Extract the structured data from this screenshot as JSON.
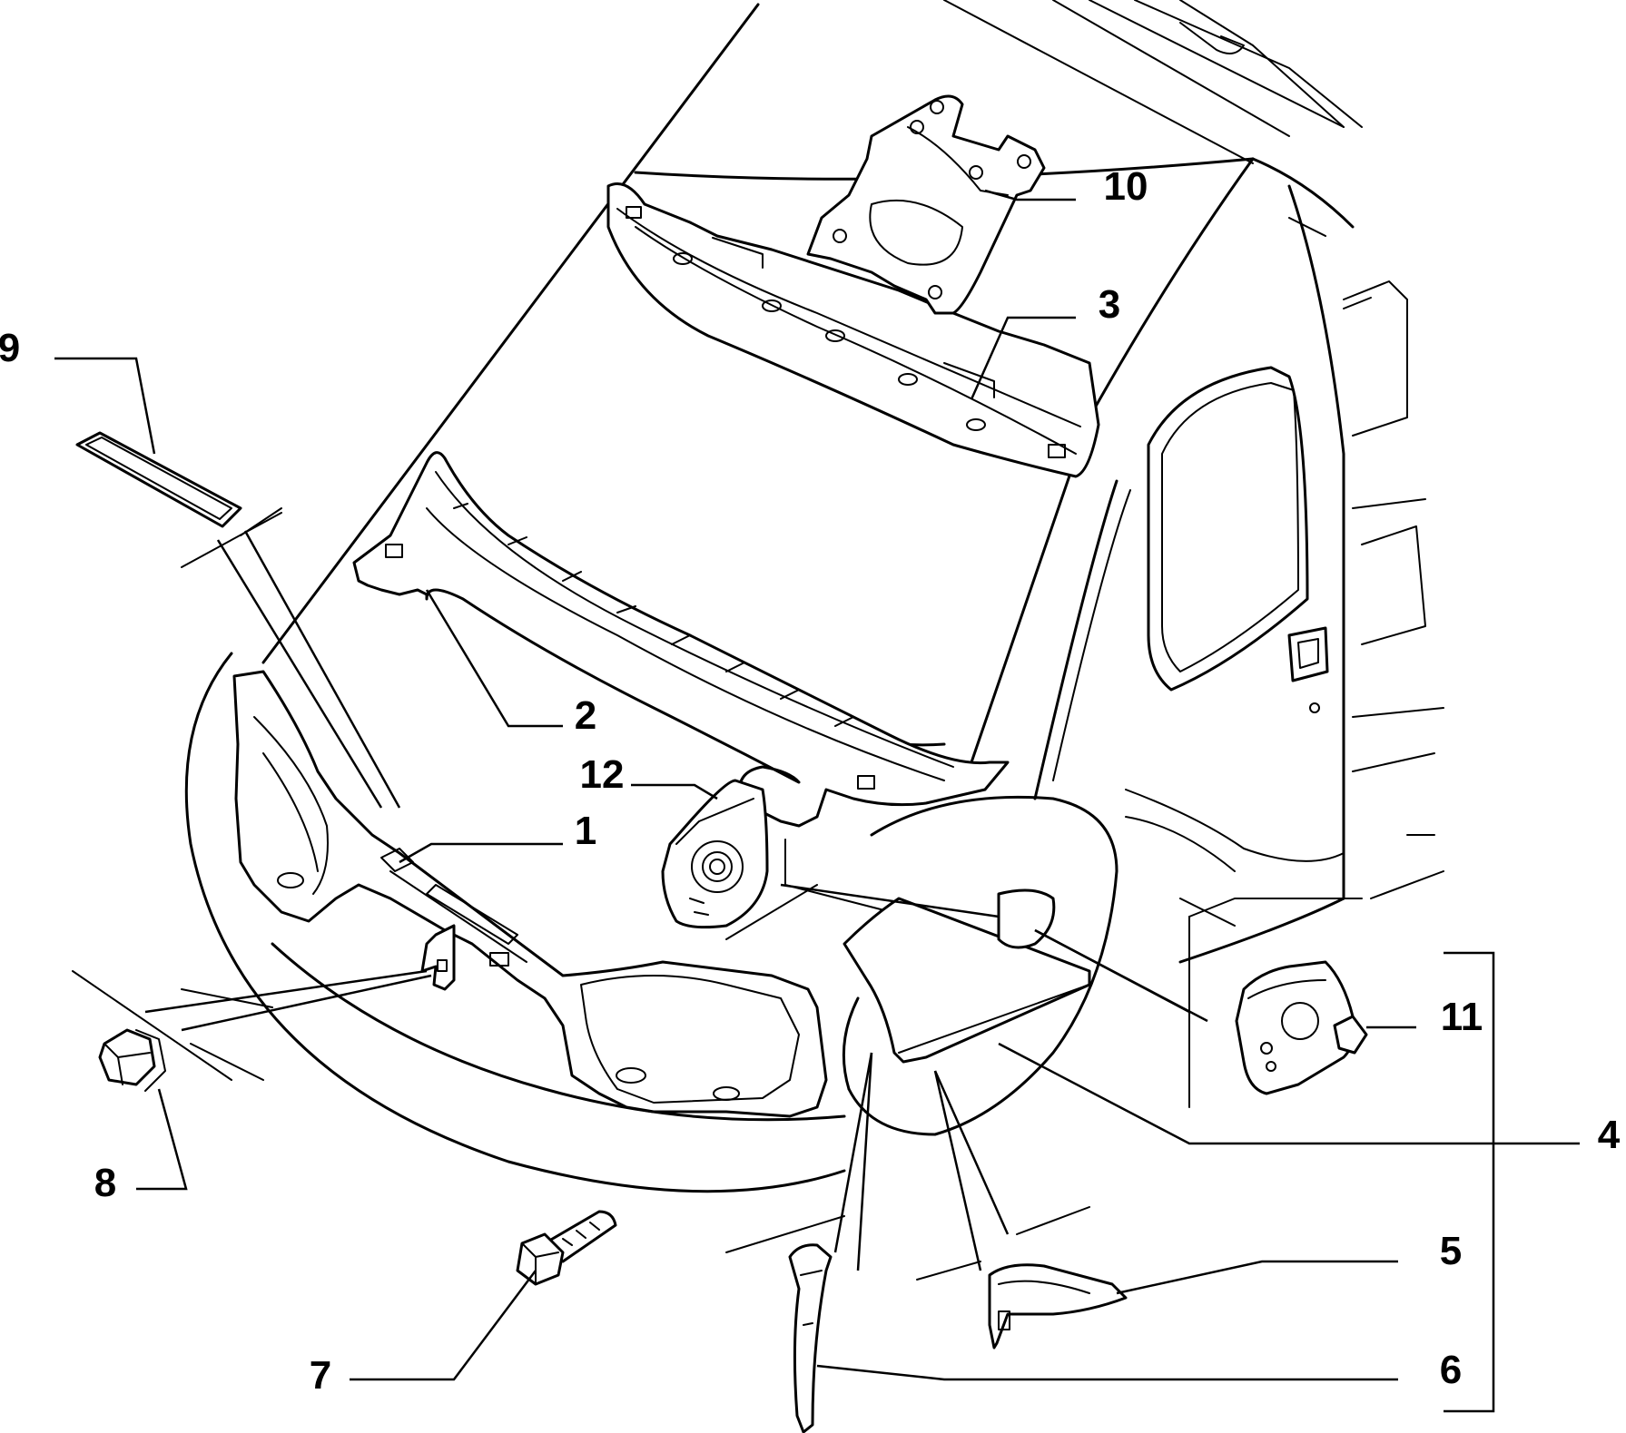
{
  "diagram": {
    "callouts": [
      {
        "id": "1",
        "label": "1"
      },
      {
        "id": "2",
        "label": "2"
      },
      {
        "id": "3",
        "label": "3"
      },
      {
        "id": "4",
        "label": "4"
      },
      {
        "id": "5",
        "label": "5"
      },
      {
        "id": "6",
        "label": "6"
      },
      {
        "id": "7",
        "label": "7"
      },
      {
        "id": "8",
        "label": "8"
      },
      {
        "id": "9",
        "label": "9"
      },
      {
        "id": "10",
        "label": "10"
      },
      {
        "id": "11",
        "label": "11"
      },
      {
        "id": "12",
        "label": "12"
      }
    ]
  }
}
